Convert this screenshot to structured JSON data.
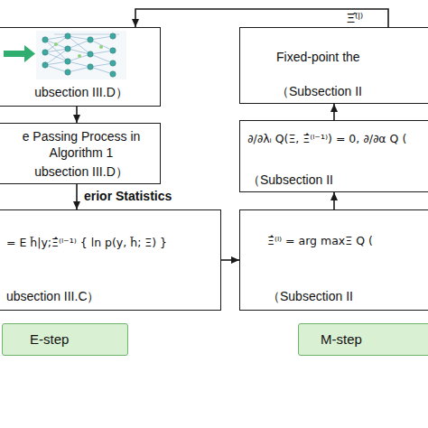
{
  "diagram": {
    "nodes": [
      {
        "text": [
          "ubsection III.D）"
        ]
      },
      {
        "text": [
          "Fixed-point the",
          "（Subsection II"
        ]
      },
      {
        "text": [
          "e Passing Process in Algorithm 1",
          "ubsection III.D）"
        ]
      },
      {
        "text": [
          "∂/∂λᵢ Q(Ξ, Ξ̂⁽ˡ⁻¹⁾) = 0, ∂/∂α Q (",
          "（Subsection II"
        ]
      },
      {
        "text": [
          "= E h̃|y;Ξ̂⁽ˡ⁻¹⁾ { ln p(y, h̃; Ξ) }",
          "ubsection III.C）"
        ]
      },
      {
        "text": [
          "Ξ̂⁽ˡ⁾ = arg maxΞ Q (",
          "（Subsection II"
        ]
      },
      {
        "text": [
          "E-step"
        ]
      },
      {
        "text": [
          "M-step"
        ]
      }
    ],
    "edges": [
      {
        "from": 1,
        "to": 0,
        "arrow": "to",
        "label": "Ξ̂⁽ˡ⁾"
      },
      {
        "from": 0,
        "to": 2,
        "arrow": "to"
      },
      {
        "from": 2,
        "to": 4,
        "arrow": "to",
        "label": "erior Statistics"
      },
      {
        "from": 4,
        "to": 5,
        "arrow": "to"
      },
      {
        "from": 5,
        "to": 3,
        "arrow": "to"
      },
      {
        "from": 3,
        "to": 1,
        "arrow": "to"
      }
    ]
  }
}
